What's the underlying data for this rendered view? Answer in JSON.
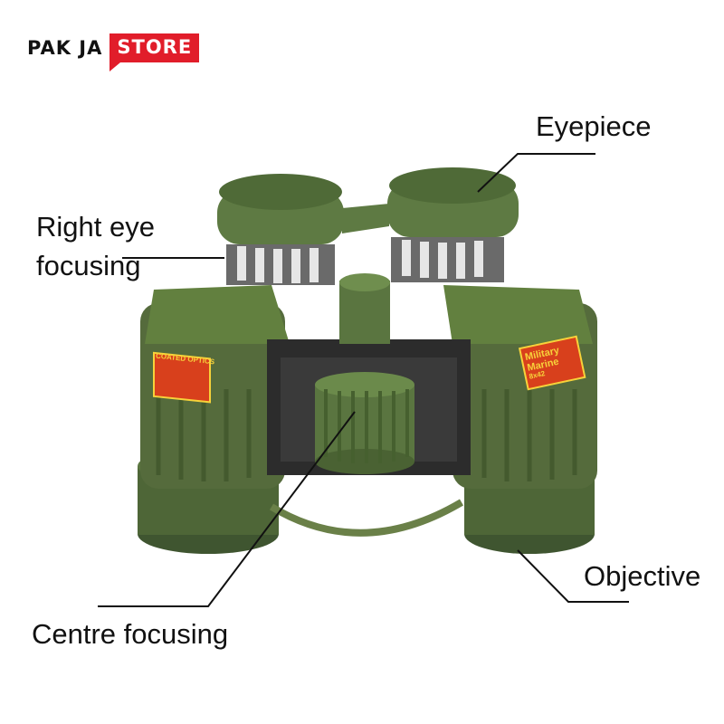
{
  "brand": {
    "left": "PAK JA",
    "right": "STORE",
    "accent": "#e11d2a"
  },
  "labels": {
    "eyepiece": "Eyepiece",
    "right_eye_line1": "Right eye",
    "right_eye_line2": "focusing",
    "objective": "Objective",
    "centre": "Centre focusing"
  },
  "badges": {
    "left": "COATED OPTICS",
    "right_line1": "Military",
    "right_line2": "Marine",
    "right_spec": "8x42"
  },
  "colors": {
    "body": "#556b3c",
    "body_dark": "#3c4f2a",
    "rubber": "#2a2a2a",
    "badge": "#d8401c",
    "badge_text": "#f7d23a"
  }
}
